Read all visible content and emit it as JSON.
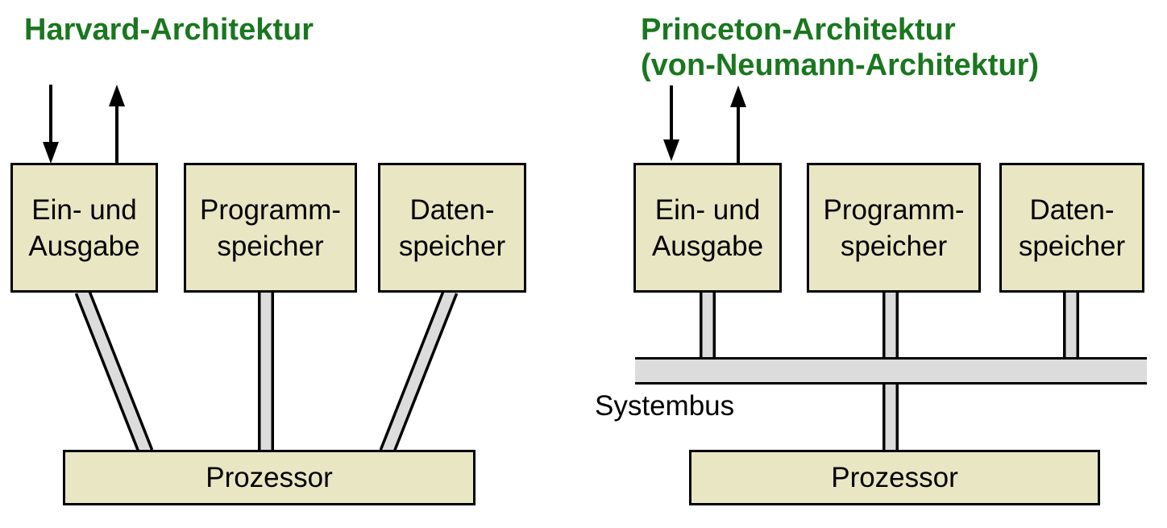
{
  "colors": {
    "title_green": "#1a771f",
    "box_fill": "#e9e6c3",
    "box_border": "#000000",
    "connector_gray": "#dcdcdc"
  },
  "harvard": {
    "title": "Harvard-Architektur",
    "boxes": [
      {
        "label": "Ein- und\nAusgabe"
      },
      {
        "label": "Programm-\nspeicher"
      },
      {
        "label": "Daten-\nspeicher"
      }
    ],
    "processor_label": "Prozessor",
    "io_arrows": [
      "arrow-down-icon",
      "arrow-up-icon"
    ]
  },
  "princeton": {
    "title": "Princeton-Architektur\n(von-Neumann-Architektur)",
    "boxes": [
      {
        "label": "Ein- und\nAusgabe"
      },
      {
        "label": "Programm-\nspeicher"
      },
      {
        "label": "Daten-\nspeicher"
      }
    ],
    "bus_label": "Systembus",
    "processor_label": "Prozessor",
    "io_arrows": [
      "arrow-down-icon",
      "arrow-up-icon"
    ]
  }
}
